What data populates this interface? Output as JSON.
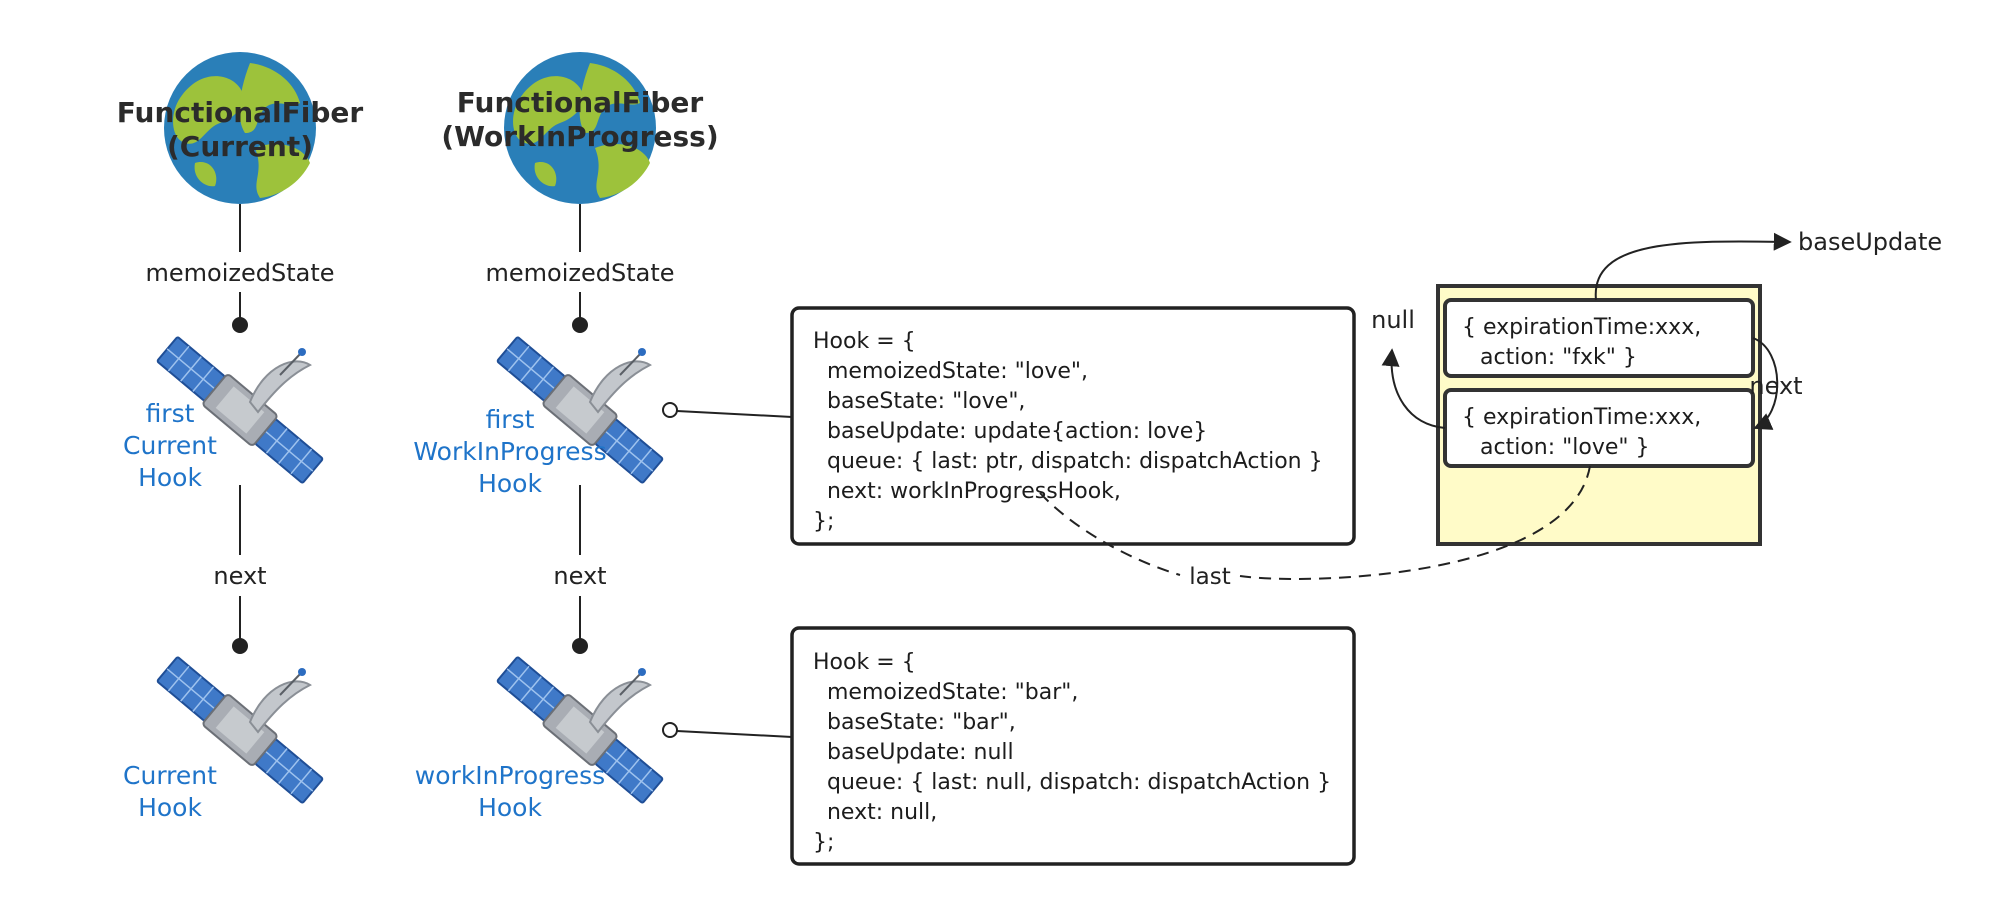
{
  "fibers": {
    "current": {
      "title_line1": "FunctionalFiber",
      "title_line2": "(Current)"
    },
    "wip": {
      "title_line1": "FunctionalFiber",
      "title_line2": "(WorkInProgress)"
    }
  },
  "edges": {
    "memoized_current": "memoizedState",
    "memoized_wip": "memoizedState",
    "next_current": "next",
    "next_wip": "next",
    "last": "last",
    "next_updates": "next",
    "null_label": "null",
    "base_update": "baseUpdate"
  },
  "hooks": {
    "first_current": [
      "first",
      "Current",
      "Hook"
    ],
    "first_wip": [
      "first",
      "WorkInProgress",
      "Hook"
    ],
    "current": [
      "Current",
      "Hook"
    ],
    "wip": [
      "workInProgress",
      "Hook"
    ]
  },
  "hook_panels": [
    {
      "lines": [
        "Hook = {",
        "  memoizedState: \"love\",",
        "  baseState: \"love\",",
        "  baseUpdate: update{action: love}",
        "  queue: { last: ptr, dispatch: dispatchAction }",
        "  next: workInProgressHook,",
        "};"
      ]
    },
    {
      "lines": [
        "Hook = {",
        "  memoizedState: \"bar\",",
        "  baseState: \"bar\",",
        "  baseUpdate: null",
        "  queue: { last: null, dispatch: dispatchAction }",
        "  next: null,",
        "};"
      ]
    }
  ],
  "updates": [
    {
      "line1": "{ expirationTime:xxx,",
      "line2": "action: \"fxk\" }"
    },
    {
      "line1": "{ expirationTime:xxx,",
      "line2": "action: \"love\" }"
    }
  ],
  "colors": {
    "hook_label": "#1f74c9",
    "queue_bg": "#fffbc8",
    "ocean": "#2a7fb8",
    "land": "#9dc23b"
  }
}
